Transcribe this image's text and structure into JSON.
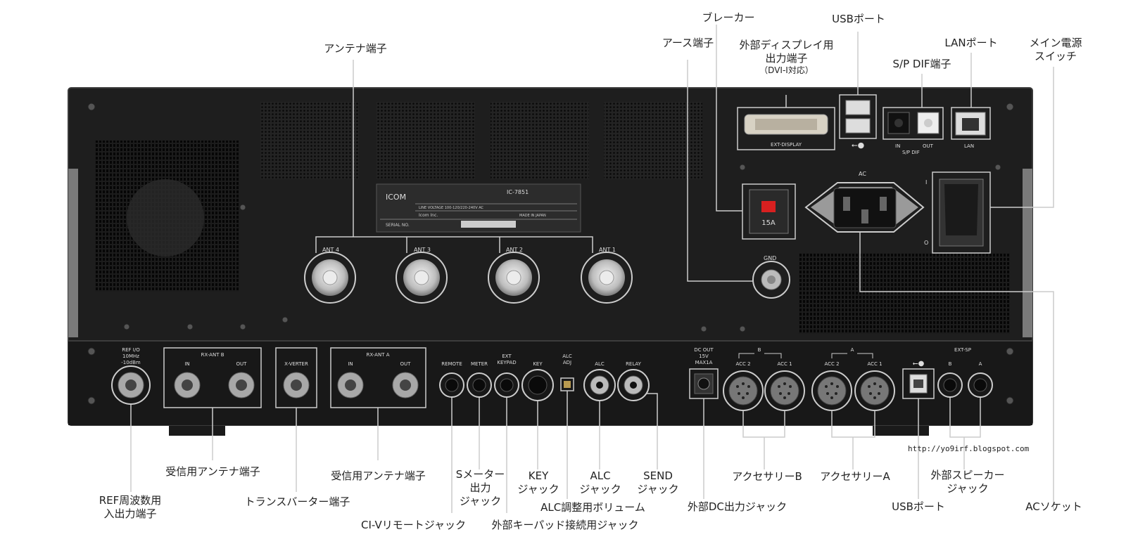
{
  "callouts": {
    "breaker": "ブレーカー",
    "usb_top": "USBポート",
    "antenna": "アンテナ端子",
    "ground": "アース端子",
    "ext_display_1": "外部ディスプレイ用",
    "ext_display_2": "出力端子",
    "ext_display_3": "（DVI-I対応）",
    "spdif": "S/P DIF端子",
    "lan": "LANポート",
    "main_power_1": "メイン電源",
    "main_power_2": "スイッチ",
    "rx_ant_b": "受信用アンテナ端子",
    "rx_ant_a": "受信用アンテナ端子",
    "ref_1": "REF周波数用",
    "ref_2": "入出力端子",
    "transverter": "トランスバーター端子",
    "ci_v": "CI-Vリモートジャック",
    "smeter_1": "Sメーター",
    "smeter_2": "出力",
    "smeter_3": "ジャック",
    "key_1": "KEY",
    "key_2": "ジャック",
    "alc_1": "ALC",
    "alc_2": "ジャック",
    "send_1": "SEND",
    "send_2": "ジャック",
    "alc_adj": "ALC調整用ボリューム",
    "keypad": "外部キーパッド接続用ジャック",
    "dc_out": "外部DC出力ジャック",
    "acc_b": "アクセサリーB",
    "acc_a": "アクセサリーA",
    "ext_sp_1": "外部スピーカー",
    "ext_sp_2": "ジャック",
    "usb_bottom": "USBポート",
    "ac_socket": "ACソケット"
  },
  "panel": {
    "brand": "ICOM",
    "model": "IC-7851",
    "line_voltage": "LINE VOLTAGE 100-120/220-240V AC",
    "company": "Icom Inc.",
    "made_in": "MADE IN JAPAN",
    "serial": "SERIAL NO.",
    "ant4": "ANT 4",
    "ant3": "ANT 3",
    "ant2": "ANT 2",
    "ant1": "ANT 1",
    "gnd": "GND",
    "ext_display": "EXT-DISPLAY",
    "lan": "LAN",
    "spdif_in": "IN",
    "spdif_out": "OUT",
    "spdif": "S/P DIF",
    "ac": "AC",
    "breaker_rating": "15A",
    "switch_on": "I",
    "switch_off": "O",
    "ref_io_1": "REF I/O",
    "ref_io_2": "10MHz",
    "ref_io_3": "-10dBm",
    "rx_ant_b": "RX-ANT B",
    "rx_ant_a": "RX-ANT A",
    "in": "IN",
    "out": "OUT",
    "xverter": "X-VERTER",
    "remote": "REMOTE",
    "meter": "METER",
    "ext_keypad_1": "EXT",
    "ext_keypad_2": "KEYPAD",
    "key": "KEY",
    "alc_adj_1": "ALC",
    "alc_adj_2": "ADJ",
    "alc": "ALC",
    "relay": "RELAY",
    "dc_out_1": "DC OUT",
    "dc_out_2": "15V",
    "dc_out_3": "MAX1A",
    "acc_b": "B",
    "acc_a": "A",
    "acc2": "ACC 2",
    "acc1": "ACC 1",
    "ext_sp": "EXT-SP",
    "sp_b": "B",
    "sp_a": "A"
  },
  "url": "http://yo9irf.blogspot.com"
}
